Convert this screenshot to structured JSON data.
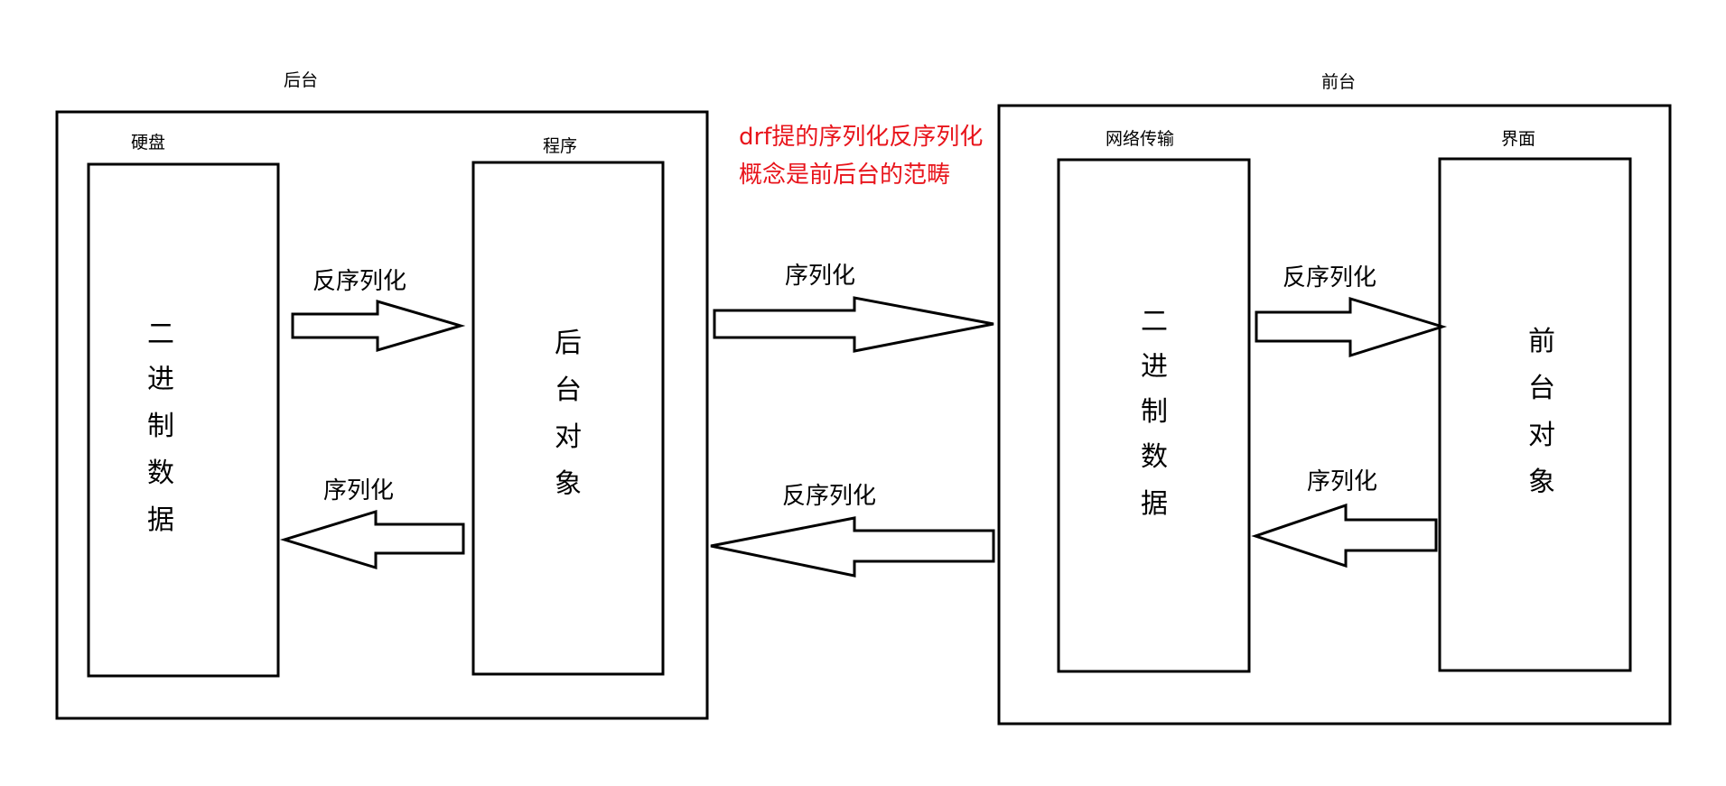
{
  "colors": {
    "line": "#000000",
    "background": "#ffffff",
    "note": "#e8141b"
  },
  "backend": {
    "title": "后台",
    "disk": {
      "label": "硬盘",
      "content_chars": [
        "二",
        "进",
        "制",
        "数",
        "据"
      ]
    },
    "program": {
      "label": "程序",
      "content_chars": [
        "后",
        "台",
        "对",
        "象"
      ]
    },
    "arrow_to_program": "反序列化",
    "arrow_to_disk": "序列化"
  },
  "note": {
    "line1": "drf提的序列化反序列化",
    "line2": "概念是前后台的范畴"
  },
  "transfer": {
    "arrow_to_frontend": "序列化",
    "arrow_to_backend": "反序列化"
  },
  "frontend": {
    "title": "前台",
    "network": {
      "label": "网络传输",
      "content_chars": [
        "二",
        "进",
        "制",
        "数",
        "据"
      ]
    },
    "ui": {
      "label": "界面",
      "content_chars": [
        "前",
        "台",
        "对",
        "象"
      ]
    },
    "arrow_to_ui": "反序列化",
    "arrow_to_network": "序列化"
  }
}
